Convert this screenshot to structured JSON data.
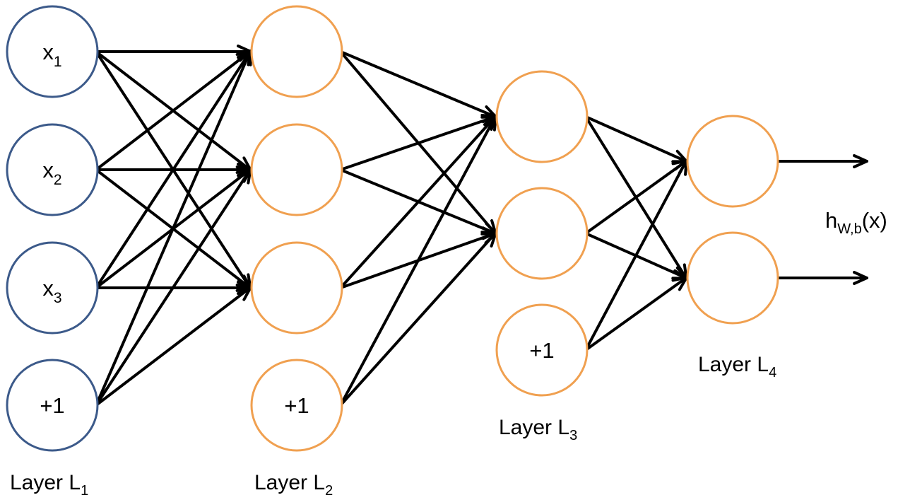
{
  "colors": {
    "input_node": "#3c5a8a",
    "hidden_node": "#f0a050",
    "edge": "#000000"
  },
  "layers": [
    {
      "label_base": "Layer L",
      "label_sub": "1",
      "nodes": [
        {
          "base": "x",
          "sub": "1"
        },
        {
          "base": "x",
          "sub": "2"
        },
        {
          "base": "x",
          "sub": "3"
        },
        {
          "base": "+1",
          "sub": ""
        }
      ]
    },
    {
      "label_base": "Layer L",
      "label_sub": "2",
      "nodes": [
        {
          "base": "",
          "sub": ""
        },
        {
          "base": "",
          "sub": ""
        },
        {
          "base": "",
          "sub": ""
        },
        {
          "base": "+1",
          "sub": ""
        }
      ]
    },
    {
      "label_base": "Layer L",
      "label_sub": "3",
      "nodes": [
        {
          "base": "",
          "sub": ""
        },
        {
          "base": "",
          "sub": ""
        },
        {
          "base": "+1",
          "sub": ""
        }
      ]
    },
    {
      "label_base": "Layer L",
      "label_sub": "4",
      "nodes": [
        {
          "base": "",
          "sub": ""
        },
        {
          "base": "",
          "sub": ""
        }
      ]
    }
  ],
  "output": {
    "base": "h",
    "sub": "W,b",
    "suffix": "(x)"
  }
}
